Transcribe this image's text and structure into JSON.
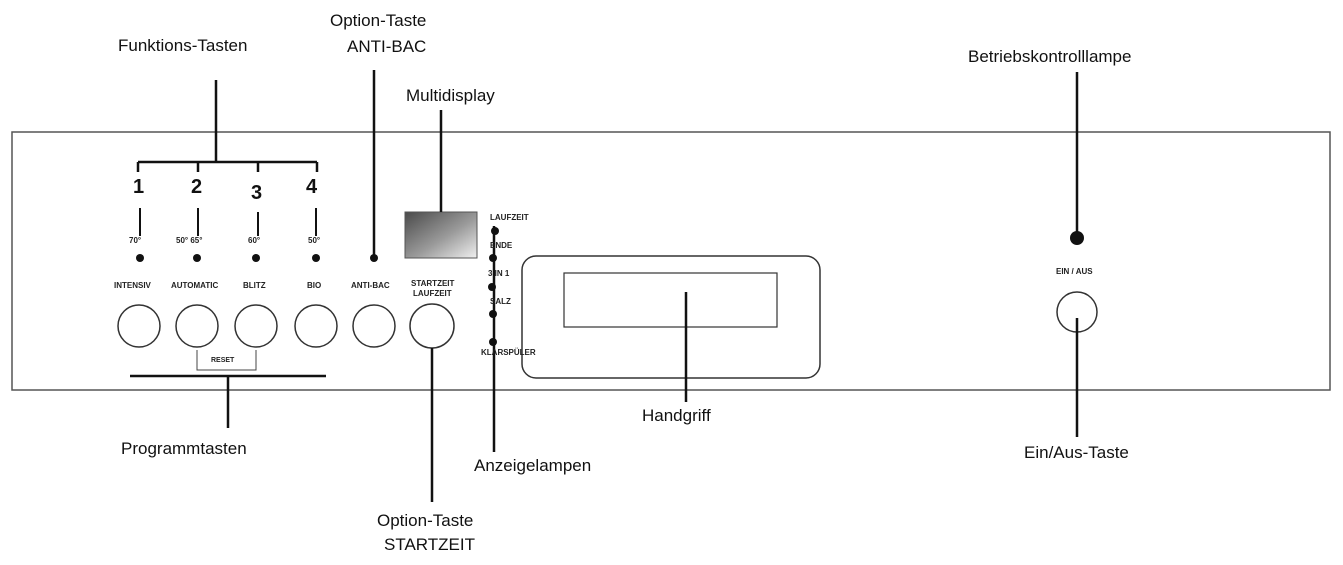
{
  "callouts": {
    "funktions_tasten": "Funktions-Tasten",
    "option_anti_bac_line1": "Option-Taste",
    "option_anti_bac_line2": "ANTI-BAC",
    "multidisplay": "Multidisplay",
    "betriebskontrolllampe": "Betriebskontrolllampe",
    "programmtasten": "Programmtasten",
    "handgriff": "Handgriff",
    "anzeigelampen": "Anzeigelampen",
    "ein_aus_taste": "Ein/Aus-Taste",
    "option_startzeit_line1": "Option-Taste",
    "option_startzeit_line2": "STARTZEIT"
  },
  "panel": {
    "function_numbers": [
      "1",
      "2",
      "3",
      "4"
    ],
    "temperatures": [
      "70°",
      "50° 65°",
      "60°",
      "50°"
    ],
    "program_labels": [
      "INTENSIV",
      "AUTOMATIC",
      "BLITZ",
      "BIO"
    ],
    "anti_bac_label": "ANTI-BAC",
    "startzeit_line1": "STARTZEIT",
    "startzeit_line2": "LAUFZEIT",
    "reset_label": "RESET",
    "indicators": [
      "LAUFZEIT",
      "ENDE",
      "3 IN 1",
      "SALZ",
      "KLARSPÜLER"
    ],
    "ein_aus_label": "EIN / AUS"
  }
}
